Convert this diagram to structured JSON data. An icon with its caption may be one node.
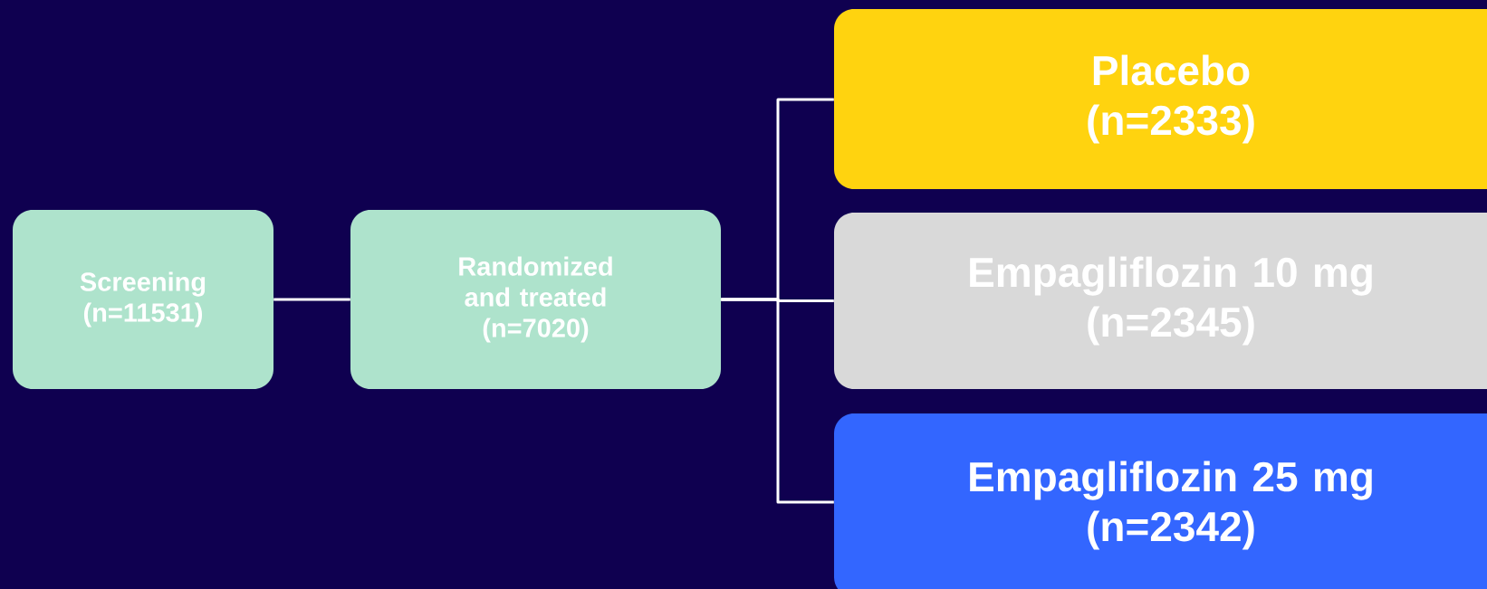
{
  "diagram": {
    "nodes": [
      {
        "text": [
          "Screening",
          "(n=11531)"
        ]
      },
      {
        "text": [
          "Randomized and treated",
          "(n=7020)"
        ]
      },
      {
        "text": [
          "Placebo",
          "(n=2333)"
        ]
      },
      {
        "text": [
          "Empagliflozin 10 mg",
          "(n=2345)"
        ]
      },
      {
        "text": [
          "Empagliflozin 25 mg",
          "(n=2342)"
        ]
      }
    ],
    "edges": [
      {
        "from": 0,
        "to": 1,
        "arrow": "none"
      },
      {
        "from": 1,
        "to": 2,
        "arrow": "none"
      },
      {
        "from": 1,
        "to": 3,
        "arrow": "none"
      },
      {
        "from": 1,
        "to": 4,
        "arrow": "none"
      }
    ]
  }
}
